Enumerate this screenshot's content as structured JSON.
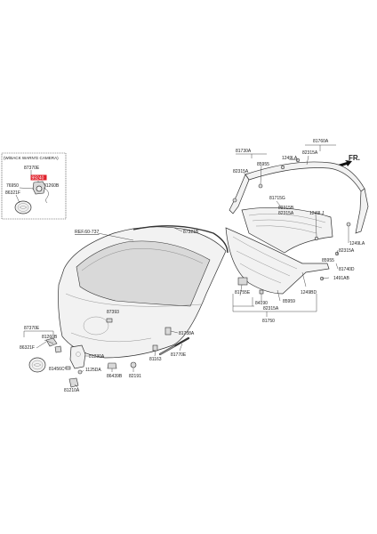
{
  "inset": {
    "title": "(W/BACK WARN'G CAMERA)",
    "labels": [
      "87370E",
      "99240",
      "76950",
      "81260B",
      "86321F"
    ]
  },
  "highlight_part": "99240",
  "fr_label": "FR.",
  "ref_label": "REF.60-737",
  "parts": {
    "p81730A": "81730A",
    "p81760A": "81760A",
    "p82315A_1": "82315A",
    "p85955_1": "85955",
    "p1249LA_1": "1249LA",
    "p82315A_2": "82315A",
    "p81715G": "81715G",
    "p82315B": "82315B",
    "p82315A_3": "82315A",
    "p1249LJ": "1249LJ",
    "p1249LA_2": "1249LA",
    "p82315A_4": "82315A",
    "p85955_2": "85955",
    "p81740D": "81740D",
    "p1491AB": "1491AB",
    "p1249BD": "1249BD",
    "p81755E": "81755E",
    "p84190": "84190",
    "p85959": "85959",
    "p82315A_5": "82315A",
    "p81750": "81750",
    "p87321B": "87321B",
    "p87393": "87393",
    "p87370E": "87370E",
    "p86321F": "86321F",
    "p81260B": "81260B",
    "p81230A": "81230A",
    "p81456C": "81456C",
    "p1125DA": "1125DA",
    "p81210A": "81210A",
    "p86439B": "86439B",
    "p82191": "82191",
    "p81163": "81163",
    "p81770E": "81770E",
    "p81738A": "81738A"
  }
}
